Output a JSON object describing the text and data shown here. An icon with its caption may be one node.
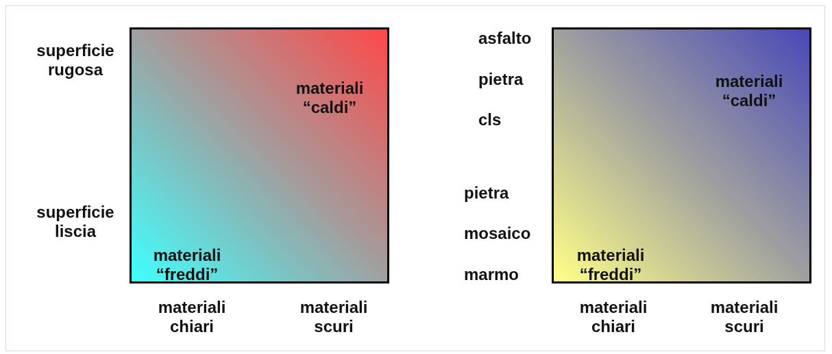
{
  "diagram": {
    "nodes": [
      {
        "text": [
          "materiali “caldi”",
          "materiali “freddi”"
        ]
      },
      {
        "text": [
          "materiali “caldi”",
          "materiali “freddi”"
        ]
      }
    ],
    "labels": [
      "superficie rugosa",
      "superficie liscia",
      "materiali chiari",
      "materiali scuri",
      "asfalto",
      "pietra",
      "cls",
      "pietra",
      "mosaico",
      "marmo",
      "materiali chiari",
      "materiali scuri"
    ]
  }
}
